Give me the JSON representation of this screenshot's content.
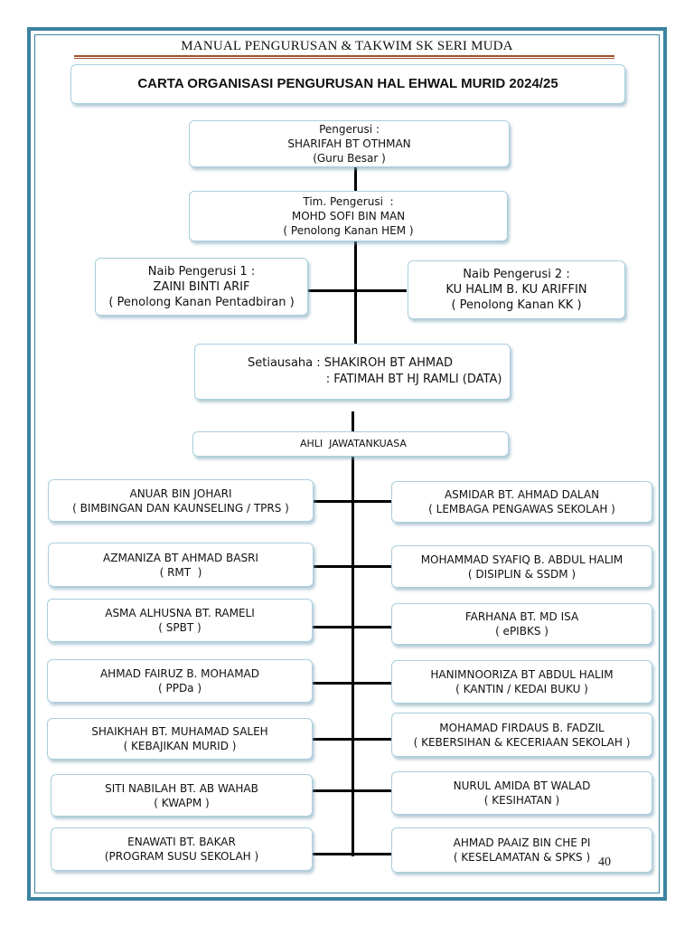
{
  "header": {
    "manual_title": "MANUAL PENGURUSAN & TAKWIM SK SERI MUDA"
  },
  "chart_title": "CARTA ORGANISASI PENGURUSAN HAL EHWAL MURID 2024/25",
  "pengerusi": {
    "role": "Pengerusi :",
    "name": "SHARIFAH BT OTHMAN",
    "title": "(Guru Besar )"
  },
  "tim_pengerusi": {
    "role": "Tim. Pengerusi  :",
    "name": "MOHD SOFI BIN MAN",
    "title": "( Penolong Kanan HEM )"
  },
  "naib_1": {
    "role": "Naib Pengerusi 1 :",
    "name": "ZAINI BINTI ARIF",
    "title": "( Penolong Kanan Pentadbiran )"
  },
  "naib_2": {
    "role": "Naib Pengerusi 2 :",
    "name": "KU HALIM B. KU ARIFFIN",
    "title": "( Penolong Kanan KK )"
  },
  "setiausaha": {
    "line1": "Setiausaha : SHAKIROH BT AHMAD",
    "line2": "                     : FATIMAH BT HJ RAMLI (DATA)"
  },
  "ahli_label": "AHLI  JAWATANKUASA",
  "members_left": [
    {
      "name": "ANUAR BIN JOHARI",
      "duty": "( BIMBINGAN DAN KAUNSELING / TPRS )"
    },
    {
      "name": "AZMANIZA BT AHMAD BASRI",
      "duty": "( RMT  )"
    },
    {
      "name": "ASMA ALHUSNA BT. RAMELI",
      "duty": "( SPBT )"
    },
    {
      "name": "AHMAD FAIRUZ B. MOHAMAD",
      "duty": "( PPDa )"
    },
    {
      "name": "SHAIKHAH BT. MUHAMAD SALEH",
      "duty": "( KEBAJIKAN MURID )"
    },
    {
      "name": "SITI NABILAH BT. AB WAHAB",
      "duty": "( KWAPM )"
    },
    {
      "name": "ENAWATI BT. BAKAR",
      "duty": "(PROGRAM SUSU SEKOLAH )"
    }
  ],
  "members_right": [
    {
      "name": "ASMIDAR BT. AHMAD DALAN",
      "duty": "( LEMBAGA PENGAWAS SEKOLAH )"
    },
    {
      "name": "MOHAMMAD SYAFIQ B. ABDUL HALIM",
      "duty": "( DISIPLIN & SSDM )"
    },
    {
      "name": "FARHANA BT. MD ISA",
      "duty": "( ePIBKS )"
    },
    {
      "name": "HANIMNOORIZA BT ABDUL HALIM",
      "duty": "( KANTIN / KEDAI BUKU )"
    },
    {
      "name": "MOHAMAD FIRDAUS B. FADZIL",
      "duty": "( KEBERSIHAN & KECERIAAN SEKOLAH )"
    },
    {
      "name": "NURUL AMIDA BT WALAD",
      "duty": "( KESIHATAN )"
    },
    {
      "name": "AHMAD PAAIZ BIN CHE PI",
      "duty": "( KESELAMATAN & SPKS )"
    }
  ],
  "page_number": "40",
  "colors": {
    "frame": "#3b83a0",
    "box_border": "#a9cfdf",
    "rule": "#a0522d",
    "connector": "#000000"
  }
}
